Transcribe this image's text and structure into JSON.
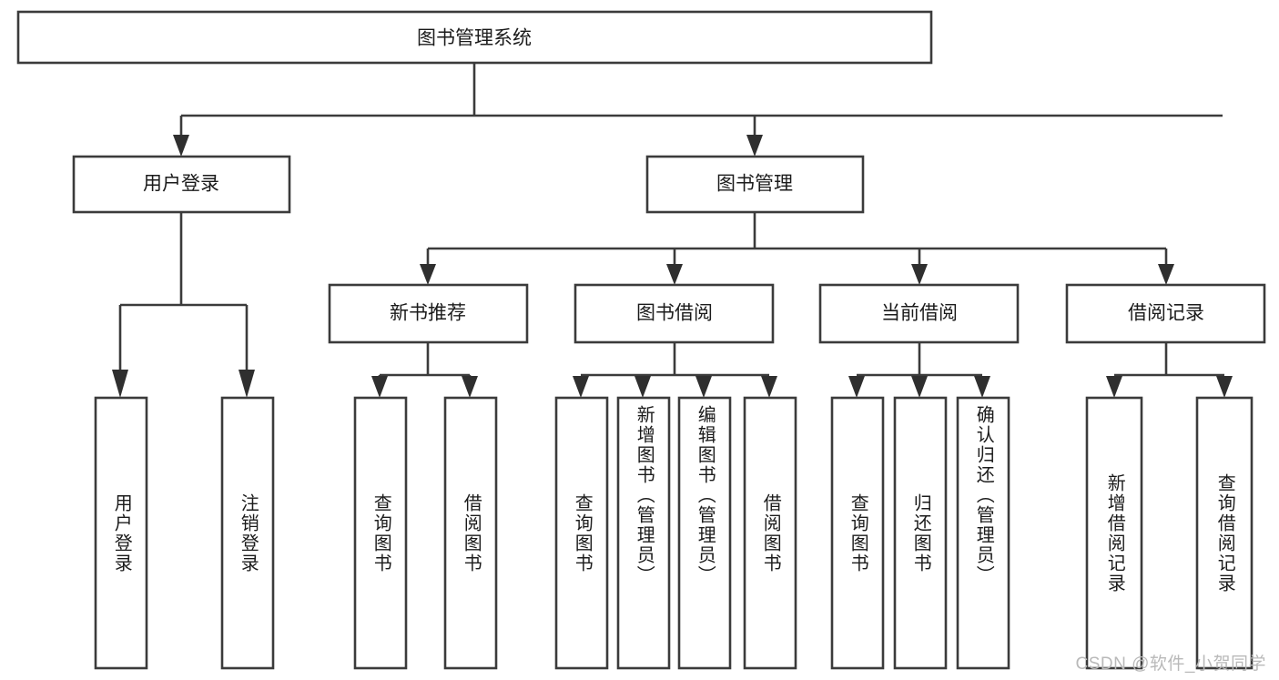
{
  "diagram": {
    "title": "图书管理系统",
    "type": "hierarchy-tree",
    "watermark": "CSDN @软件_小贺同学",
    "colors": {
      "stroke": "#3b3b3b",
      "fill": "#ffffff",
      "text": "#1b1b1b",
      "watermark": "#b9b9b9"
    },
    "root": {
      "label": "图书管理系统"
    },
    "level2": [
      {
        "label": "用户登录"
      },
      {
        "label": "图书管理"
      }
    ],
    "level3": [
      {
        "label": "新书推荐"
      },
      {
        "label": "图书借阅"
      },
      {
        "label": "当前借阅"
      },
      {
        "label": "借阅记录"
      }
    ],
    "leaves": {
      "user_login": [
        {
          "label": "用户登录"
        },
        {
          "label": "注销登录"
        }
      ],
      "new_book_recommend": [
        {
          "label": "查询图书"
        },
        {
          "label": "借阅图书"
        }
      ],
      "book_borrow": [
        {
          "label": "查询图书"
        },
        {
          "label": "新增图书（管理员）"
        },
        {
          "label": "编辑图书（管理员）"
        },
        {
          "label": "借阅图书"
        }
      ],
      "current_borrow": [
        {
          "label": "查询图书"
        },
        {
          "label": "归还图书"
        },
        {
          "label": "确认归还（管理员）"
        }
      ],
      "borrow_record": [
        {
          "label": "新增借阅记录"
        },
        {
          "label": "查询借阅记录"
        }
      ]
    }
  }
}
